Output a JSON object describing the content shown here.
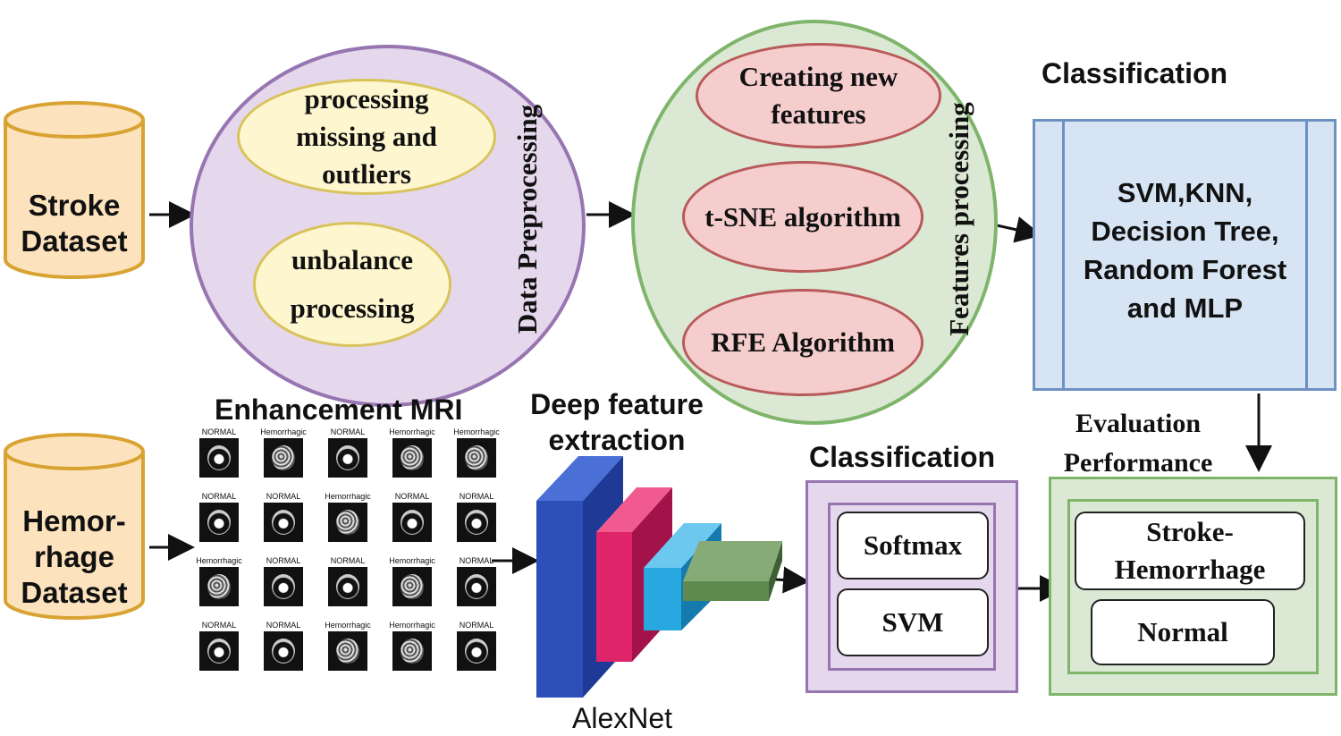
{
  "top_row": {
    "stroke_dataset": "Stroke\nDataset",
    "preprocessing": {
      "title": "Data Preprocessing",
      "items": [
        "processing\nmissing and\noutliers",
        "unbalance\nprocessing"
      ]
    },
    "features": {
      "title": "Features processing",
      "items": [
        "Creating new\nfeatures",
        "t-SNE algorithm",
        "RFE Algorithm"
      ]
    },
    "classification": {
      "title": "Classification",
      "models": "SVM,KNN,\nDecision Tree,\nRandom Forest\nand MLP"
    }
  },
  "bottom_row": {
    "hemorrhage_dataset": "Hemor-\nrhage\nDataset",
    "enhancement": {
      "title": "Enhancement MRI",
      "grid": [
        [
          "NORMAL",
          "Hemorrhagic",
          "NORMAL",
          "Hemorrhagic",
          "Hemorrhagic"
        ],
        [
          "NORMAL",
          "NORMAL",
          "Hemorrhagic",
          "NORMAL",
          "NORMAL"
        ],
        [
          "Hemorrhagic",
          "NORMAL",
          "NORMAL",
          "Hemorrhagic",
          "NORMAL"
        ],
        [
          "NORMAL",
          "NORMAL",
          "Hemorrhagic",
          "Hemorrhagic",
          "NORMAL"
        ]
      ]
    },
    "deep_feature": {
      "title": "Deep feature\nextraction",
      "network": "AlexNet"
    },
    "classification": {
      "title": "Classification",
      "items": [
        "Softmax",
        "SVM"
      ]
    },
    "evaluation": {
      "title": "Evaluation\nPerformance",
      "items": [
        "Stroke-\nHemorrhage",
        "Normal"
      ]
    }
  },
  "colors": {
    "cylinder_fill": "#fde3bd",
    "cylinder_stroke": "#d9a332",
    "preprocessing_fill": "#e5d7ec",
    "preprocessing_stroke": "#9775b1",
    "yellow_fill": "#fdf6cf",
    "yellow_stroke": "#d8c35a",
    "features_fill": "#dbe9d4",
    "features_stroke": "#7fb56b",
    "pink_fill": "#f5cdcd",
    "pink_stroke": "#b85a5a",
    "blue_fill": "#d6e4f3",
    "blue_stroke": "#6e91c2",
    "alexnet_colors": [
      "#2d4fb8",
      "#e0246a",
      "#27a8e0",
      "#5e8a4f"
    ]
  }
}
